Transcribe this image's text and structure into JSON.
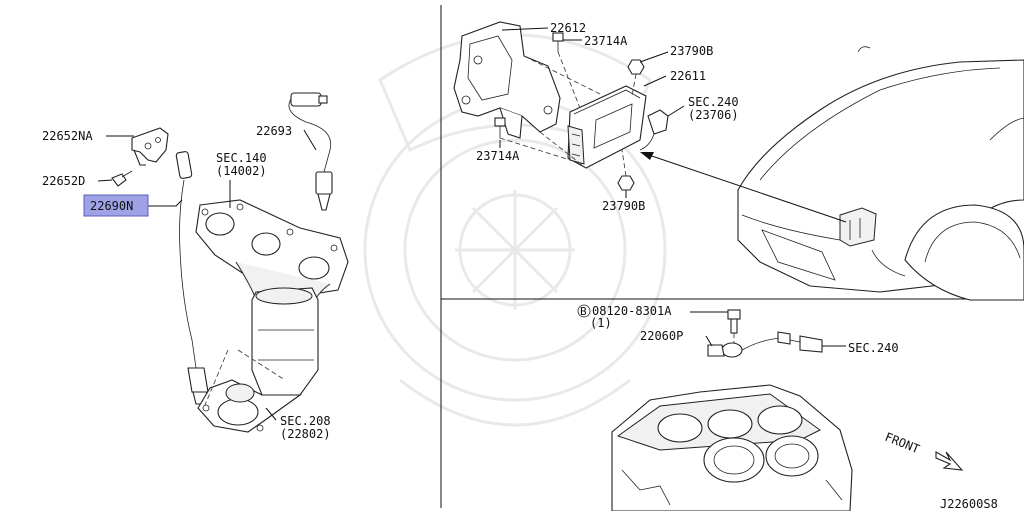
{
  "diagram_id": "J22600S8",
  "front_label": "FRONT",
  "callouts": {
    "p22652na": "22652NA",
    "p22652d": "22652D",
    "p22690n": "22690N",
    "p22693": "22693",
    "sec140_a": "SEC.140",
    "sec140_b": "(14002)",
    "sec208_a": "SEC.208",
    "sec208_b": "(22802)",
    "p22612": "22612",
    "p23714a_top": "23714A",
    "p23790b_top": "23790B",
    "p22611": "22611",
    "sec240_a": "SEC.240",
    "sec240_b": "(23706)",
    "p23714a_bot": "23714A",
    "p23790b_bot": "23790B",
    "bolt_code": "08120-8301A",
    "bolt_circle": "B",
    "bolt_qty": "(1)",
    "p22060p": "22060P",
    "sec240_lower": "SEC.240"
  },
  "highlight_color": "#9fa3e6"
}
